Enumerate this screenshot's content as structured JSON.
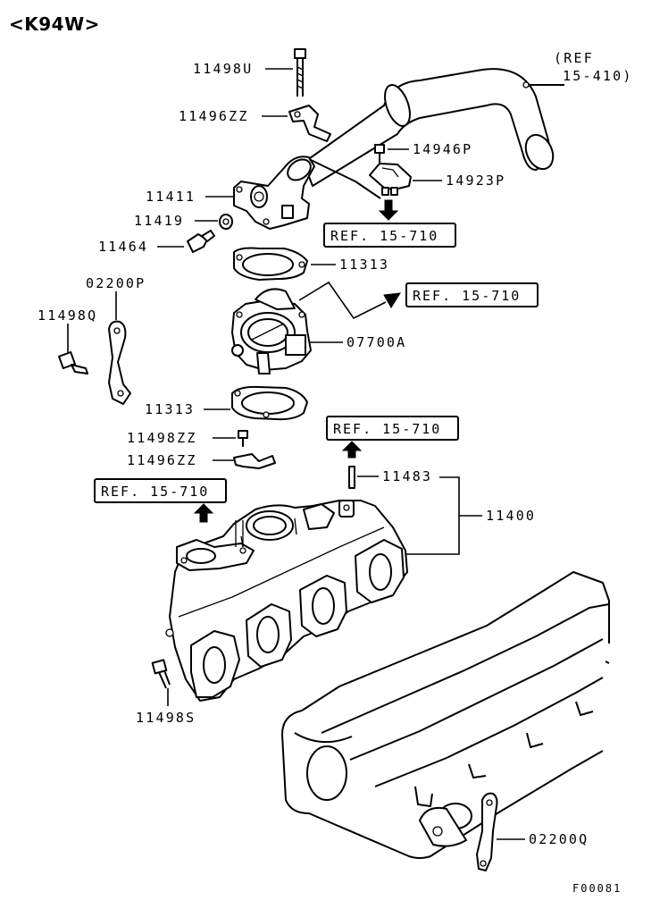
{
  "header": {
    "code": "<K94W>"
  },
  "footer": {
    "code": "F00081"
  },
  "refs": {
    "intake_ref": [
      "(REF",
      "15-410)"
    ],
    "ref_1": "REF. 15-710",
    "ref_2": "REF. 15-710",
    "ref_3": "REF. 15-710",
    "ref_4": "REF. 15-710"
  },
  "labels": {
    "p11498u": "11498U",
    "p11496zz_top": "11496ZZ",
    "p14946p": "14946P",
    "p14923p": "14923P",
    "p11411": "11411",
    "p11419": "11419",
    "p11464": "11464",
    "p11313_top": "11313",
    "p02200p": "02200P",
    "p11498q": "11498Q",
    "p07700a": "07700A",
    "p11313_bottom": "11313",
    "p11498zz": "11498ZZ",
    "p11496zz_bottom": "11496ZZ",
    "p11483": "11483",
    "p11400": "11400",
    "p11498s": "11498S",
    "p02200q": "02200Q"
  }
}
